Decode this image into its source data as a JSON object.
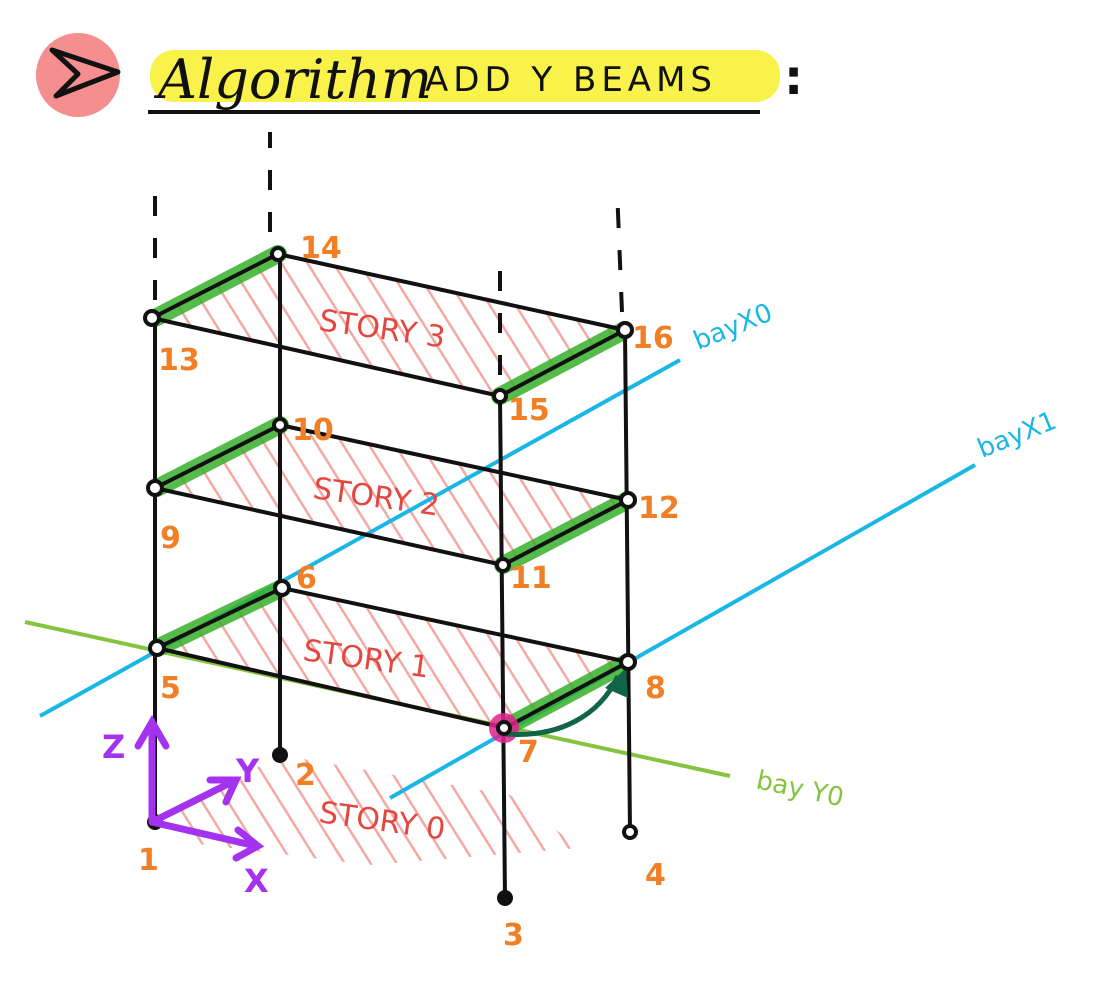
{
  "title": {
    "word": "Algorithm",
    "rest": "ADD Y BEAMS",
    "colon": ":"
  },
  "colors": {
    "frame": "#111111",
    "node_label": "#f07f25",
    "story_label": "#e4473f",
    "hatch": "#f2a9a4",
    "highlight": "#38b02c",
    "bay_x": "#1ab7e6",
    "bay_y": "#86c440",
    "axis": "#a433f0",
    "marker": "#f58e8e",
    "title_bg": "#f8f24a",
    "current_node": "#e0228f",
    "arrow": "#116447"
  },
  "stories": [
    "STORY 0",
    "STORY 1",
    "STORY 2",
    "STORY 3"
  ],
  "nodes": [
    "1",
    "2",
    "3",
    "4",
    "5",
    "6",
    "7",
    "8",
    "9",
    "10",
    "11",
    "12",
    "13",
    "14",
    "15",
    "16"
  ],
  "bays": {
    "x0": "bayX0",
    "x1": "bayX1",
    "y0": "bay Y0"
  },
  "axes": {
    "x": "X",
    "y": "Y",
    "z": "Z"
  }
}
